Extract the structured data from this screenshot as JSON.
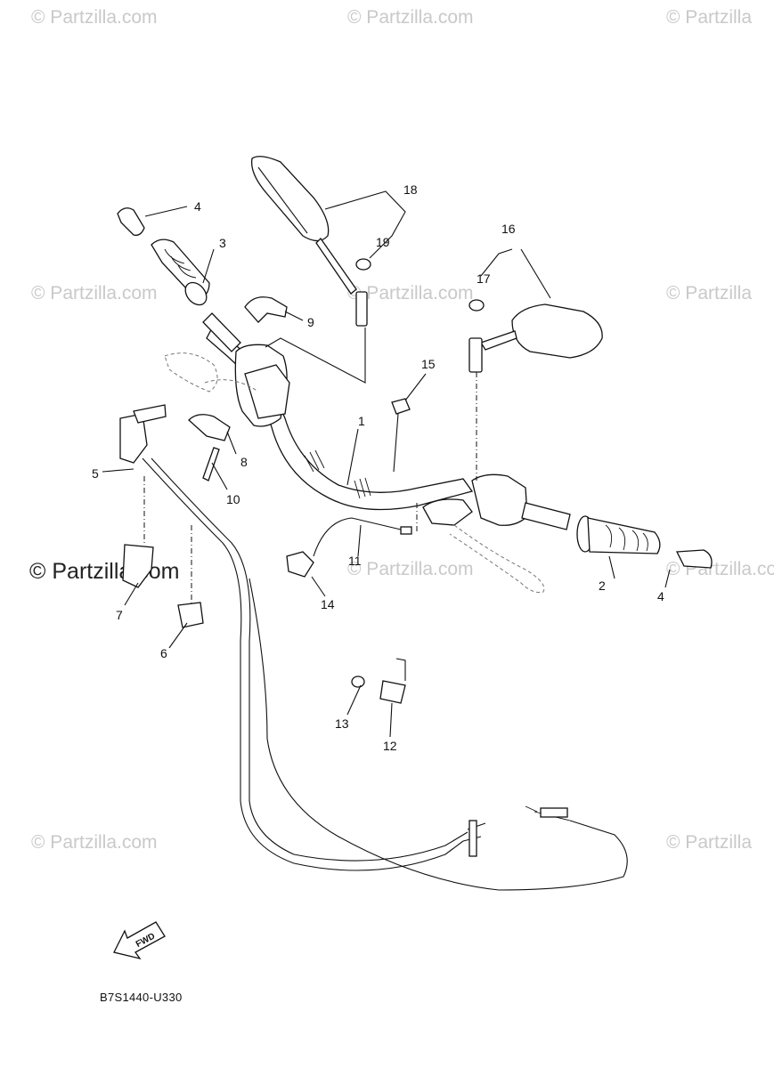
{
  "watermarks": {
    "w1": "© Partzilla.com",
    "w2": "© Partzilla.com",
    "w3": "© Partzilla",
    "w4": "© Partzilla.com",
    "w5": "© Partzilla.com",
    "w6": "© Partzilla",
    "w7": "© Partzilla.com",
    "w8": "© Partzilla.com",
    "w9": "© Partzilla.com",
    "w10": "© Partzilla",
    "big": "© Partzilla.com"
  },
  "callouts": {
    "c1": "1",
    "c2": "2",
    "c3": "3",
    "c4a": "4",
    "c4b": "4",
    "c5": "5",
    "c6": "6",
    "c7": "7",
    "c8": "8",
    "c9": "9",
    "c10": "10",
    "c11": "11",
    "c12": "12",
    "c13": "13",
    "c14": "14",
    "c15": "15",
    "c16": "16",
    "c17": "17",
    "c18": "18",
    "c19": "19"
  },
  "fwd_label": "FWD",
  "diagram_code": "B7S1440-U330"
}
